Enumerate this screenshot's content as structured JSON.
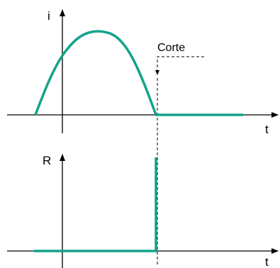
{
  "top_plot": {
    "y_label": "i",
    "x_label": "t",
    "annotation": "Corte"
  },
  "bottom_plot": {
    "y_label": "R",
    "x_label": "t"
  },
  "colors": {
    "curve": "#14a38a",
    "axis": "#000000",
    "dashed": "#000000"
  }
}
